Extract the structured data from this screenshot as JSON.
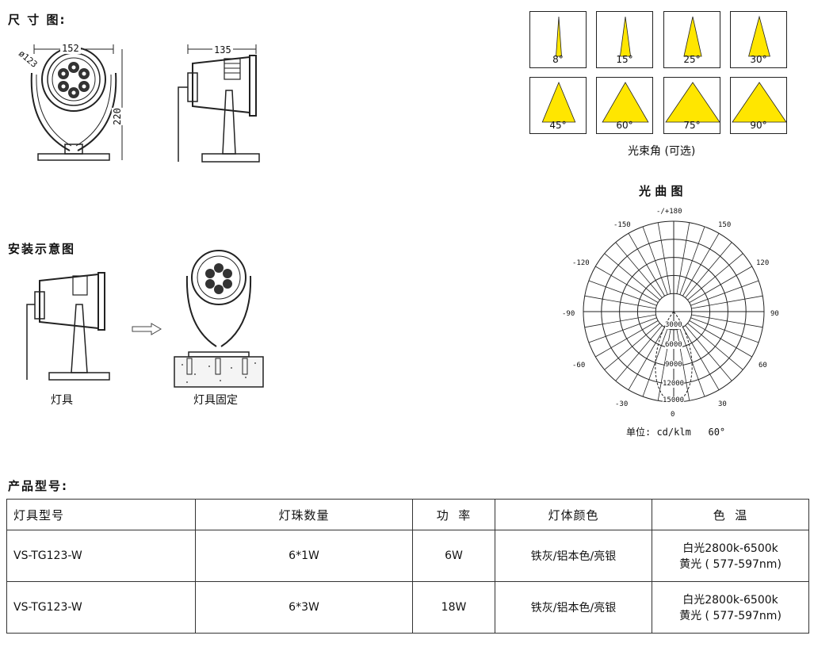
{
  "sections": {
    "dimension": "尺 寸 图:",
    "install": "安装示意图",
    "product": "产品型号:"
  },
  "dimensions": {
    "width_front": "152",
    "diameter": "ø123",
    "height": "220",
    "width_side": "135"
  },
  "install_labels": {
    "lamp": "灯具",
    "fixed": "灯具固定"
  },
  "beam_angles": {
    "caption": "光束角 (可选)",
    "items": [
      {
        "label": "8°",
        "angle": 8
      },
      {
        "label": "15°",
        "angle": 15
      },
      {
        "label": "25°",
        "angle": 25
      },
      {
        "label": "30°",
        "angle": 30
      },
      {
        "label": "45°",
        "angle": 45
      },
      {
        "label": "60°",
        "angle": 60
      },
      {
        "label": "75°",
        "angle": 75
      },
      {
        "label": "90°",
        "angle": 90
      }
    ],
    "color": "#FFE600"
  },
  "polar": {
    "title": "光 曲 图",
    "angle_labels": {
      "top": "-/+180",
      "m150": "-150",
      "p150": "150",
      "m120": "-120",
      "p120": "120",
      "m90": "-90",
      "p90": "90",
      "m60": "-60",
      "p60": "60",
      "m30": "-30",
      "p30": "30",
      "bottom": "0"
    },
    "radial_labels": [
      "3000",
      "6000",
      "9000",
      "12000",
      "15000"
    ],
    "unit": "单位: cd/klm   60°"
  },
  "table": {
    "headers": [
      "灯具型号",
      "灯珠数量",
      "功  率",
      "灯体颜色",
      "色  温"
    ],
    "rows": [
      {
        "model": "VS-TG123-W",
        "leds": "6*1W",
        "power": "6W",
        "color": "铁灰/铝本色/亮银",
        "temp1": "白光2800k-6500k",
        "temp2": "黄光 ( 577-597nm)"
      },
      {
        "model": "VS-TG123-W",
        "leds": "6*3W",
        "power": "18W",
        "color": "铁灰/铝本色/亮银",
        "temp1": "白光2800k-6500k",
        "temp2": "黄光 ( 577-597nm)"
      }
    ]
  }
}
